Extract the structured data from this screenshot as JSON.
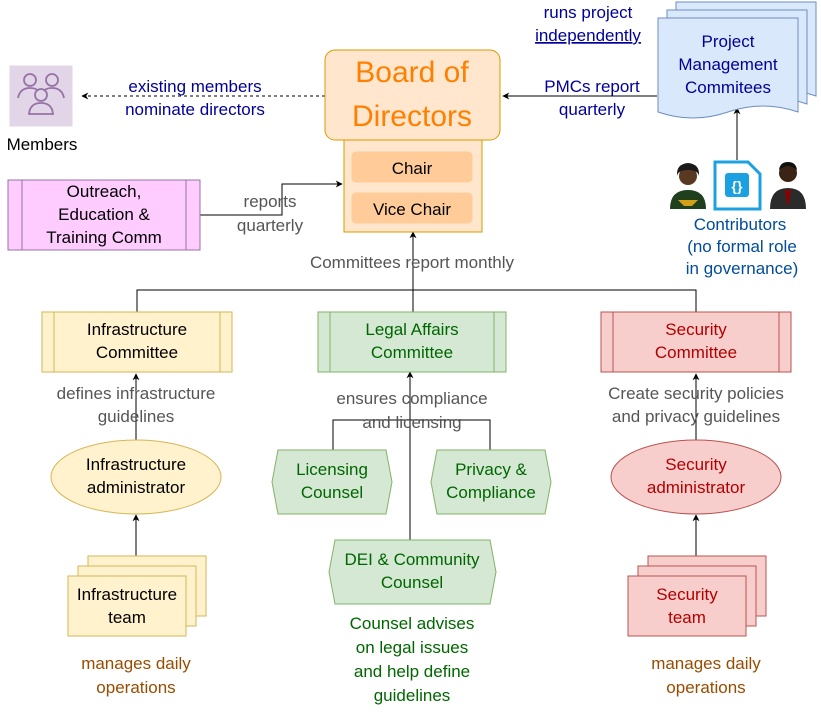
{
  "colors": {
    "board_fill": "#FFE6CC",
    "board_stroke": "#D79B00",
    "board_title": "#FF8000",
    "infra_fill": "#FFF2CC",
    "infra_stroke": "#D6B656",
    "legal_fill": "#D5E8D4",
    "legal_stroke": "#82B366",
    "security_fill": "#F8CECC",
    "security_stroke": "#B85450",
    "security_text": "#B20000",
    "outreach_fill": "#FFCCFF",
    "outreach_stroke": "#9673A6",
    "pmc_fill": "#DAE8FC",
    "pmc_stroke": "#6C8EBF",
    "blue_text": "#000099",
    "contrib_text": "#004C99",
    "legal_text": "#006600",
    "orange_text": "#994C00",
    "gray_text": "#555555"
  },
  "board": {
    "title_line1": "Board of",
    "title_line2": "Directors",
    "chair": "Chair",
    "vice_chair": "Vice Chair"
  },
  "members": {
    "label": "Members",
    "icon": "group-icon"
  },
  "labels": {
    "nominate_line1": "existing members",
    "nominate_line2": "nominate directors",
    "pmc_report_line1": "PMCs report",
    "pmc_report_line2": "quarterly",
    "runs_line1": "runs project",
    "runs_line2": "independently",
    "outreach_report_line1": "reports",
    "outreach_report_line2": "quarterly",
    "committees_report": "Committees report monthly"
  },
  "pmc": {
    "line1": "Project",
    "line2": "Management",
    "line3": "Commitees"
  },
  "outreach": {
    "line1": "Outreach,",
    "line2": "Education &",
    "line3": "Training Comm"
  },
  "contributors": {
    "line1": "Contributors",
    "line2": "(no formal role",
    "line3": "in governance)",
    "icons": [
      "woman-icon",
      "code-file-icon",
      "man-icon"
    ]
  },
  "infrastructure": {
    "committee_line1": "Infrastructure",
    "committee_line2": "Committee",
    "desc_line1": "defines infrastructure",
    "desc_line2": "guidelines",
    "admin_line1": "Infrastructure",
    "admin_line2": "administrator",
    "team_line1": "Infrastructure",
    "team_line2": "team",
    "ops_line1": "manages daily",
    "ops_line2": "operations"
  },
  "legal": {
    "committee_line1": "Legal Affairs",
    "committee_line2": "Committee",
    "desc_line1": "ensures compliance",
    "desc_line2": "and licensing",
    "licensing_line1": "Licensing",
    "licensing_line2": "Counsel",
    "privacy_line1": "Privacy &",
    "privacy_line2": "Compliance",
    "dei_line1": "DEI & Community",
    "dei_line2": "Counsel",
    "advise_line1": "Counsel advises",
    "advise_line2": "on legal issues",
    "advise_line3": "and help define",
    "advise_line4": "guidelines"
  },
  "security": {
    "committee_line1": "Security",
    "committee_line2": "Committee",
    "desc_line1": "Create security policies",
    "desc_line2": "and privacy guidelines",
    "admin_line1": "Security",
    "admin_line2": "administrator",
    "team_line1": "Security",
    "team_line2": "team",
    "ops_line1": "manages daily",
    "ops_line2": "operations"
  }
}
